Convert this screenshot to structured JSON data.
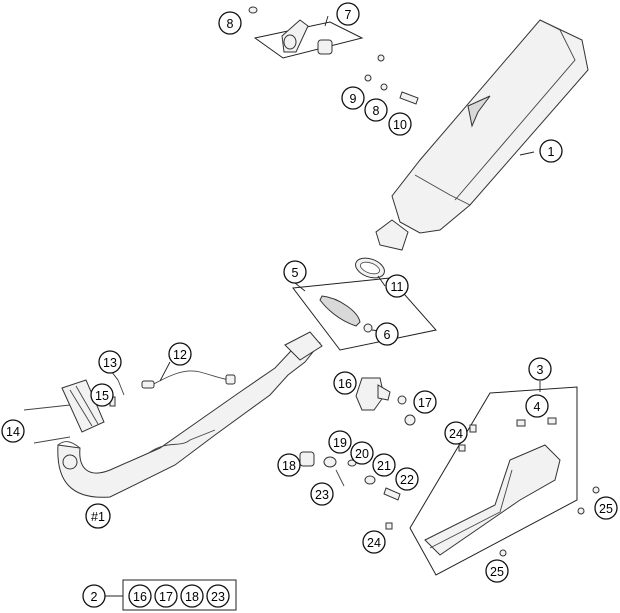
{
  "diagram": {
    "callouts": {
      "c1": "1",
      "c2": "2",
      "c3": "3",
      "c4": "4",
      "c5": "5",
      "c6": "6",
      "c7": "7",
      "c8a": "8",
      "c8b": "8",
      "c9": "9",
      "c10": "10",
      "c11": "11",
      "c12": "12",
      "c13": "13",
      "c14": "14",
      "c15": "15",
      "c16": "16",
      "c17": "17",
      "c18": "18",
      "c19": "19",
      "c20": "20",
      "c21": "21",
      "c22": "22",
      "c23": "23",
      "c24a": "24",
      "c24b": "24",
      "c25a": "25",
      "c25b": "25",
      "c_h1": "#1"
    },
    "kit": {
      "label": "2",
      "items": [
        "16",
        "17",
        "18",
        "23"
      ]
    }
  }
}
